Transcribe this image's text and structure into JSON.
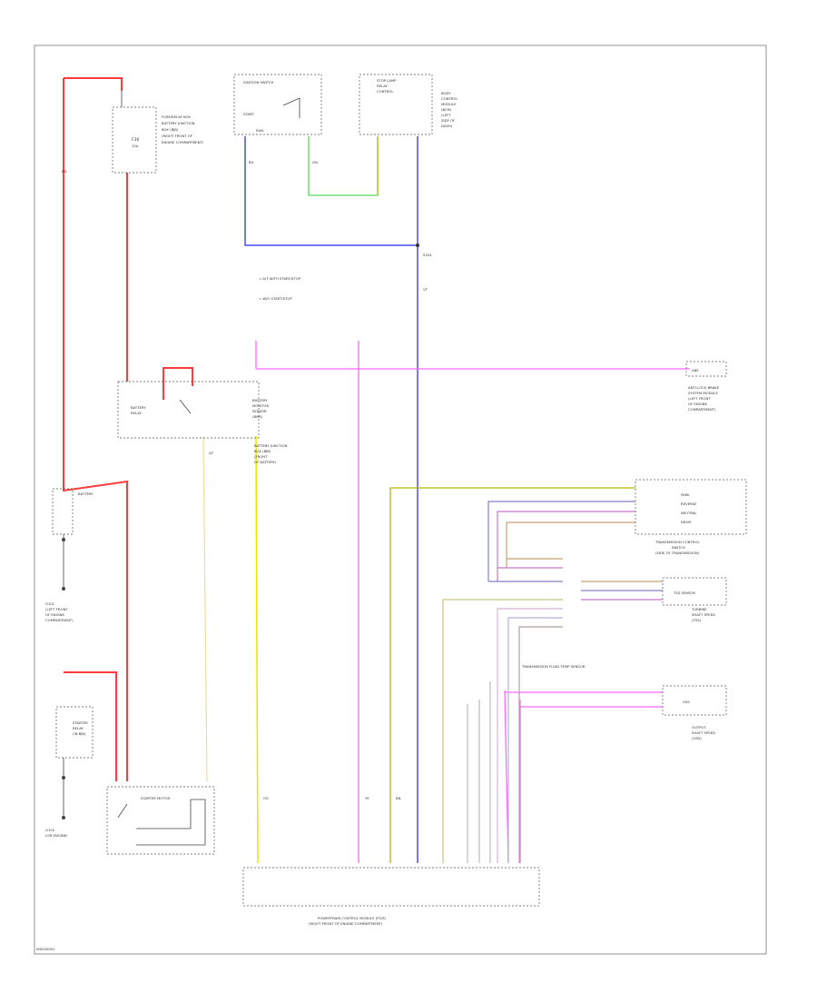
{
  "page": {
    "footer_code": "W0000001"
  },
  "components": {
    "top_fuse_box": {
      "title": "FUSE/RELAY BOX",
      "lines": [
        "BATTERY JUNCTION",
        "BOX (BJB)",
        "(RIGHT FRONT OF",
        "ENGINE COMPARTMENT)"
      ],
      "fuse_id": "F36",
      "fuse_rating": "10A"
    },
    "ignition_switch_box": {
      "title": "IGNITION SWITCH",
      "lines": [
        "START",
        "RUN"
      ]
    },
    "stop_lamp_relay": {
      "title": "STOP LAMP",
      "lines": [
        "RELAY",
        "CONTROL"
      ]
    },
    "body_control_module": {
      "lines": [
        "BODY",
        "CONTROL",
        "MODULE",
        "(BCM)",
        "(LEFT",
        "SIDE OF",
        "DASH)"
      ]
    },
    "splice": {
      "label": "S204"
    },
    "legend": {
      "items": [
        "= A/T WITH START/STOP",
        "= W/O START/STOP"
      ]
    },
    "battery_monitor": {
      "lines": [
        "BATTERY",
        "MONITOR",
        "SENSOR",
        "(BMS)"
      ]
    },
    "battery_relay": {
      "lines": [
        "BATTERY",
        "RELAY"
      ]
    },
    "battery_junction_box": {
      "lines": [
        "BATTERY JUNCTION",
        "BOX (BJB)",
        "(FRONT",
        "OF BATTERY)"
      ]
    },
    "battery": {
      "label": "BATTERY"
    },
    "ground_1": {
      "lines": [
        "G101",
        "(LEFT FRONT",
        "OF ENGINE",
        "COMPARTMENT)"
      ]
    },
    "starter_relay": {
      "lines": [
        "STARTER",
        "RELAY",
        "(IN BJB)"
      ]
    },
    "starter_motor": {
      "label": "STARTER MOTOR"
    },
    "ground_2": {
      "lines": [
        "G102",
        "(ON ENGINE)"
      ]
    },
    "abs_module": {
      "title": "ABS",
      "lines": [
        "ANTI-LOCK BRAKE",
        "SYSTEM MODULE",
        "(LEFT FRONT",
        "OF ENGINE",
        "COMPARTMENT)"
      ]
    },
    "tr_sensor": {
      "lines": [
        "PARK",
        "REVERSE",
        "NEUTRAL",
        "DRIVE"
      ]
    },
    "tcm_group": {
      "lines": [
        "TRANSMISSION CONTROL",
        "SWITCH",
        "(SIDE OF TRANSMISSION)"
      ]
    },
    "tss_sensor": {
      "label": "TSS SENSOR",
      "lines": [
        "TURBINE",
        "SHAFT SPEED",
        "(TSS)"
      ]
    },
    "oss_sensor": {
      "label": "OSS",
      "lines": [
        "OUTPUT",
        "SHAFT SPEED",
        "(OSS)"
      ]
    },
    "pcm": {
      "lines": [
        "POWERTRAIN CONTROL MODULE (PCM)",
        "(RIGHT FRONT OF ENGINE COMPARTMENT)"
      ]
    },
    "pcm_label": {
      "text": "TRANSMISSION FLUID TEMP SENSOR"
    }
  },
  "wires": [
    {
      "label": "RD",
      "color": "#ff3b3b"
    },
    {
      "label": "BU",
      "color": "#4a4aff"
    },
    {
      "label": "GN",
      "color": "#33cc33"
    },
    {
      "label": "VT",
      "color": "#ff66ff"
    },
    {
      "label": "YE",
      "color": "#e6e600"
    },
    {
      "label": "OG",
      "color": "#e8e8a0"
    },
    {
      "label": "GY",
      "color": "#a0a0a0"
    },
    {
      "label": "BN",
      "color": "#999900"
    }
  ]
}
